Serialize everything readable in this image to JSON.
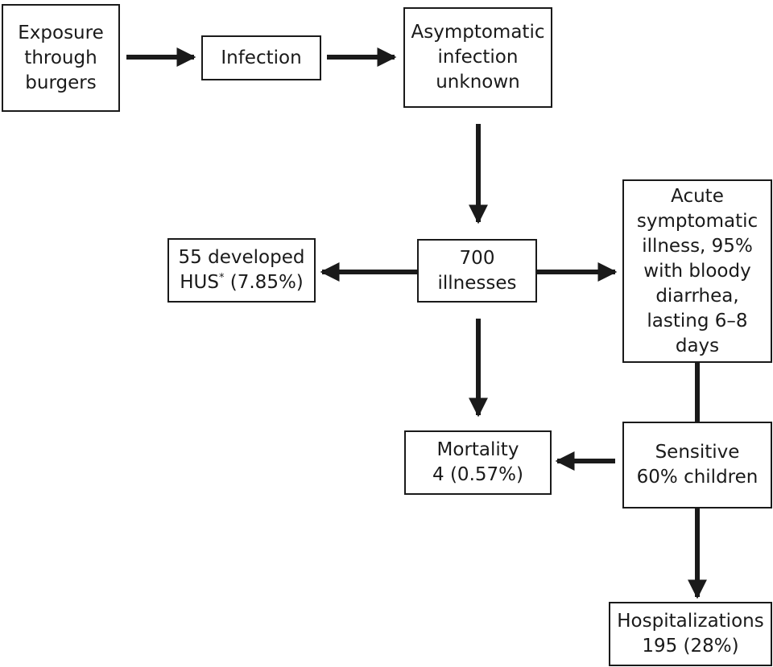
{
  "nodes": {
    "exposure": {
      "lines": [
        "Exposure",
        "through",
        "burgers"
      ]
    },
    "infection": {
      "lines": [
        "Infection"
      ]
    },
    "asymptomatic": {
      "lines": [
        "Asymptomatic",
        "infection",
        "unknown"
      ]
    },
    "illnesses": {
      "lines": [
        "700",
        "illnesses"
      ]
    },
    "hus": {
      "line1": "55 developed",
      "line2_text": "HUS",
      "line2_sup": "*",
      "line2_suffix": " (7.85%)"
    },
    "acute": {
      "lines": [
        "Acute",
        "symptomatic",
        "illness, 95%",
        "with bloody",
        "diarrhea,",
        "lasting 6–8",
        "days"
      ]
    },
    "mortality": {
      "lines": [
        "Mortality",
        "4 (0.57%)"
      ]
    },
    "sensitive": {
      "lines": [
        "Sensitive",
        "60% children"
      ]
    },
    "hospitalizations": {
      "lines": [
        "Hospitalizations",
        "195 (28%)"
      ]
    }
  },
  "colors": {
    "stroke": "#1a1a1a",
    "background": "#ffffff"
  }
}
